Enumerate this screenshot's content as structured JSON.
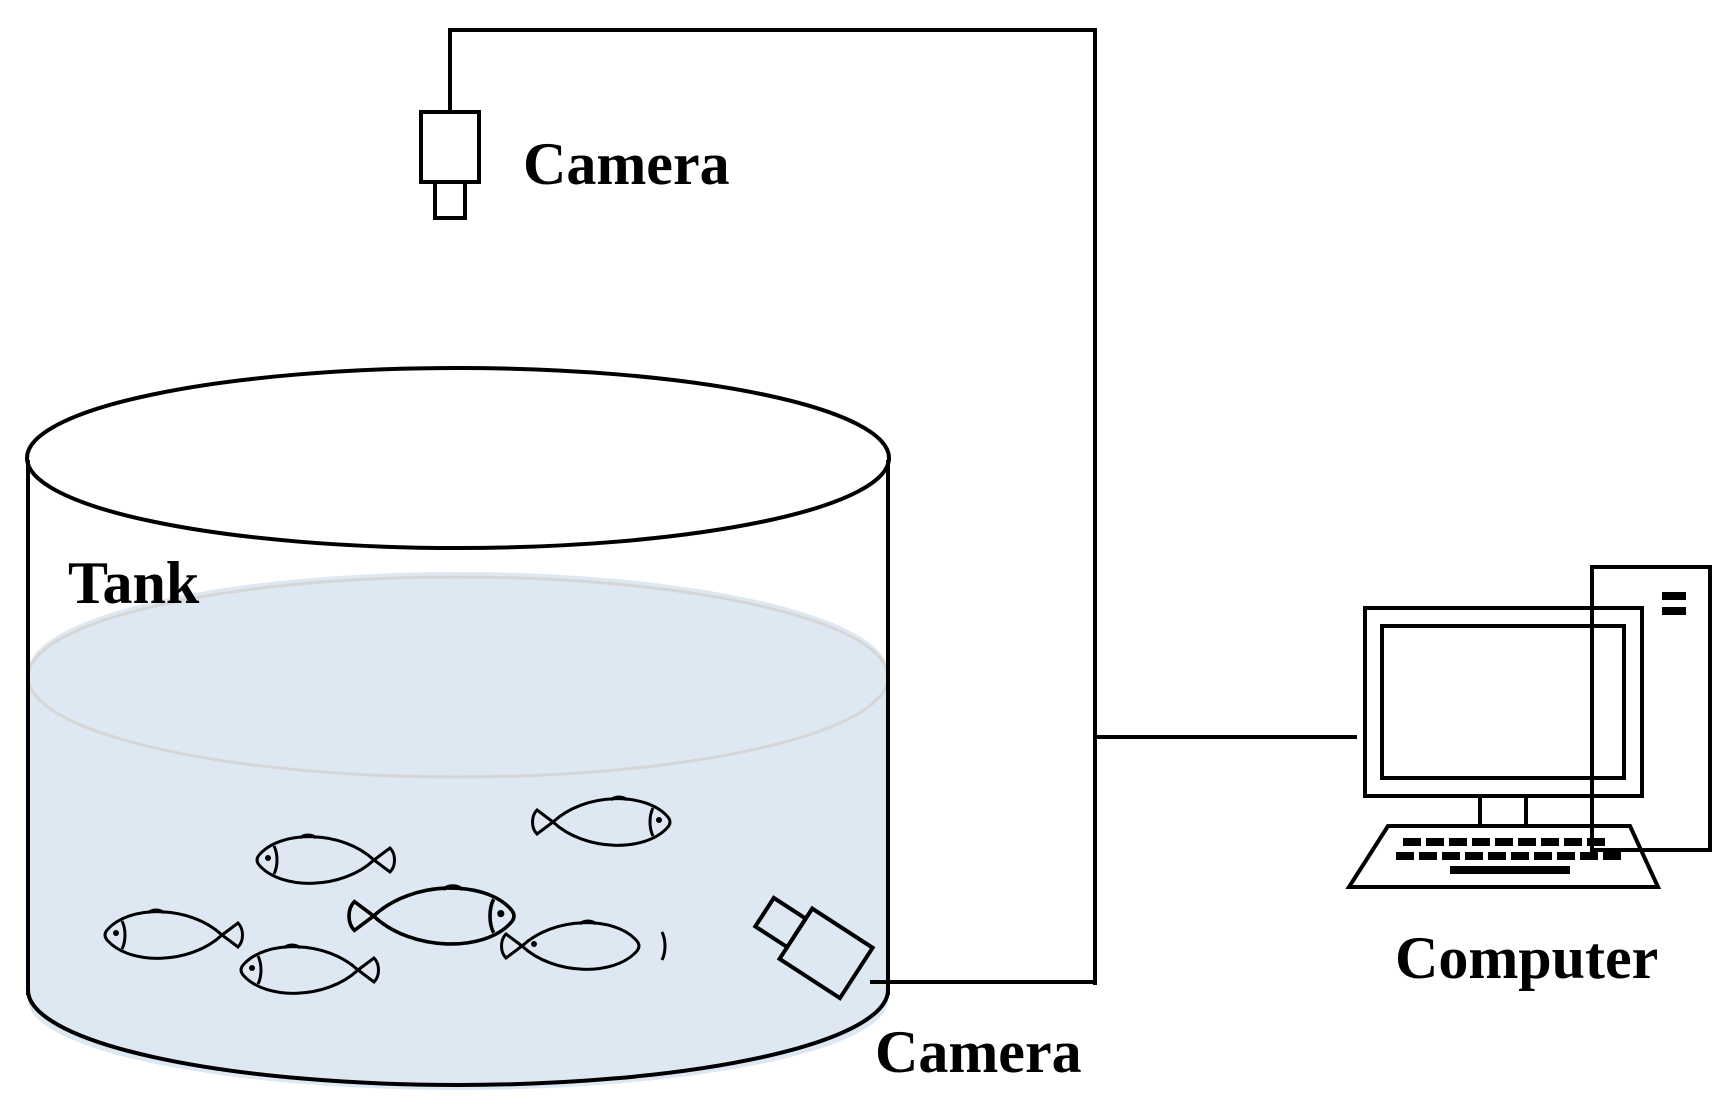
{
  "labels": {
    "top_camera": "Camera",
    "tank": "Tank",
    "side_camera": "Camera",
    "computer": "Computer"
  },
  "colors": {
    "water": "#dde8f3",
    "water_surface_edge": "#d6d6d6",
    "line": "#000000",
    "background": "#ffffff"
  },
  "icons": {
    "top_camera": "camera-icon",
    "side_camera": "camera-icon",
    "computer": "desktop-computer-icon",
    "fish": "fish-icon"
  }
}
